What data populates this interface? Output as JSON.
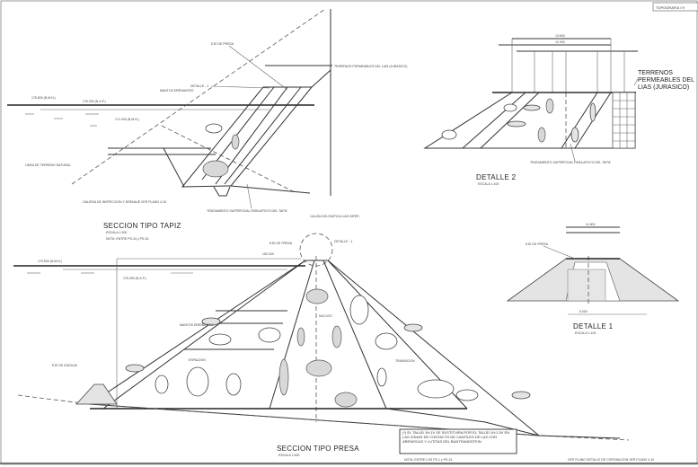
{
  "sheet_ref": "TOPOGRAFIA / H",
  "tapiz": {
    "title": "SECCION TIPO TAPIZ",
    "scale": "ESCALA 1:300",
    "note": "NOTA: ENTRE PS-24 y PS-34",
    "labels": {
      "axis": "EJE DE PRESA",
      "detail_ref": "DETALLE - 2",
      "nmn": "175.500 (N.M.N.)",
      "nap": "176.250 (N.A.P.)",
      "nmin": "171.000 (N.M.N.)",
      "mantos": "MANTOS DRENANTES",
      "terreno": "LINEA DE TERRENO NATURAL",
      "permeables": "TERRENOS PERMEABLES DEL LIAS (JURASICO)",
      "tratamiento": "TRATAMIENTO SUPERFICIAL PARA APOYO DEL TAPIZ",
      "galeria": "GALERIA DE INSPECCION Y DRENAJE VER PLANO 4.15",
      "caliza": "CALIZA DOLOMITICA LIAS INFER."
    }
  },
  "detalle2": {
    "title": "DETALLE 2",
    "scale": "ESCALA 1:100",
    "labels": {
      "permeables": "TERRENOS PERMEABLES DEL LIAS (JURASICO)",
      "tratamiento": "TRATAMIENTO SUPERFICIAL PARA APOYO DEL TAPIZ",
      "dim_total": "13.600",
      "dim_inner": "12.400"
    }
  },
  "presa": {
    "title": "SECCION TIPO PRESA",
    "scale": "ESCALA 1:300",
    "note": "NOTA: ENTRE LOS PS-1 y PS-24",
    "labels": {
      "axis": "EJE DE PRESA",
      "detail_ref": "DETALLE - 1",
      "cofferdam": "EJE DE ATAGUIA",
      "nucleo": "NUCLEO",
      "transicion": "TRANSICION",
      "espaldon": "ESPALDON",
      "mantos": "MANTOS DRENANTES",
      "nmn": "175.500 (N.M.N.)",
      "nap": "176.250 (N.A.P.)",
      "crest": "182.000"
    },
    "box_note": "(*) EL TALUD 1H:1V SE SUSTITUIRA POR EL TALUD 1H:1.5V EN LAS ZONAS DE CONTACTO DE CANTILES DE LAS CON ARENISCAS Y LUTITAS DEL BUNTSANDSTEIN"
  },
  "detalle1": {
    "title": "DETALLE 1",
    "scale": "ESCALA 1:100",
    "labels": {
      "axis": "EJE DE PRESA",
      "dim_total": "11.500",
      "dim_core": "5.000"
    }
  },
  "footer_note": "VER PLANO DETALLE DE CORONACION VER PLANO 4.10"
}
